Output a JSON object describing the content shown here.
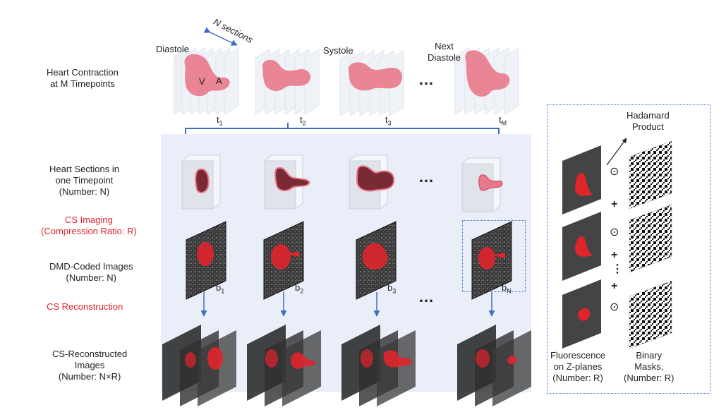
{
  "row_labels": {
    "contraction": [
      "Heart Contraction",
      "at M Timepoints"
    ],
    "sections": [
      "Heart Sections in",
      "one Timepoint",
      "(Number: N)"
    ],
    "cs_imaging": [
      "CS Imaging",
      "(Compression Ratio: R)"
    ],
    "dmd": [
      "DMD-Coded Images",
      "(Number: N)"
    ],
    "cs_recon": "CS Reconstruction",
    "recon_images": [
      "CS-Reconstructed",
      "Images",
      "(Number: N×R)"
    ]
  },
  "phase_labels": {
    "diastole": "Diastole",
    "systole": "Systole",
    "next_diastole": [
      "Next",
      "Diastole"
    ],
    "n_sections": "N sections",
    "ventricle": "V",
    "atrium": "A"
  },
  "timepoints": [
    {
      "base": "t",
      "sub": "1"
    },
    {
      "base": "t",
      "sub": "2"
    },
    {
      "base": "t",
      "sub": "3"
    },
    {
      "base": "t",
      "sub": "M"
    }
  ],
  "coded_labels": [
    {
      "base": "b",
      "sub": "1"
    },
    {
      "base": "b",
      "sub": "2"
    },
    {
      "base": "b",
      "sub": "3"
    },
    {
      "base": "b",
      "sub": "N"
    }
  ],
  "ellipsis": "…",
  "zoom": {
    "hadamard": [
      "Hadamard",
      "Product"
    ],
    "odot": "⊙",
    "plus": "+",
    "vdots": "⋮",
    "fluorescence": [
      "Fluorescence",
      "on Z-planes",
      "(Number: R)"
    ],
    "masks": [
      "Binary",
      "Masks,",
      "(Number: R)"
    ]
  },
  "colors": {
    "heart_pink": "#e8798a",
    "heart_dark": "#7a2a35",
    "accent_red": "#e0242c",
    "arrow_blue": "#3a6fc4",
    "panel_bg": "#e9eef8"
  }
}
